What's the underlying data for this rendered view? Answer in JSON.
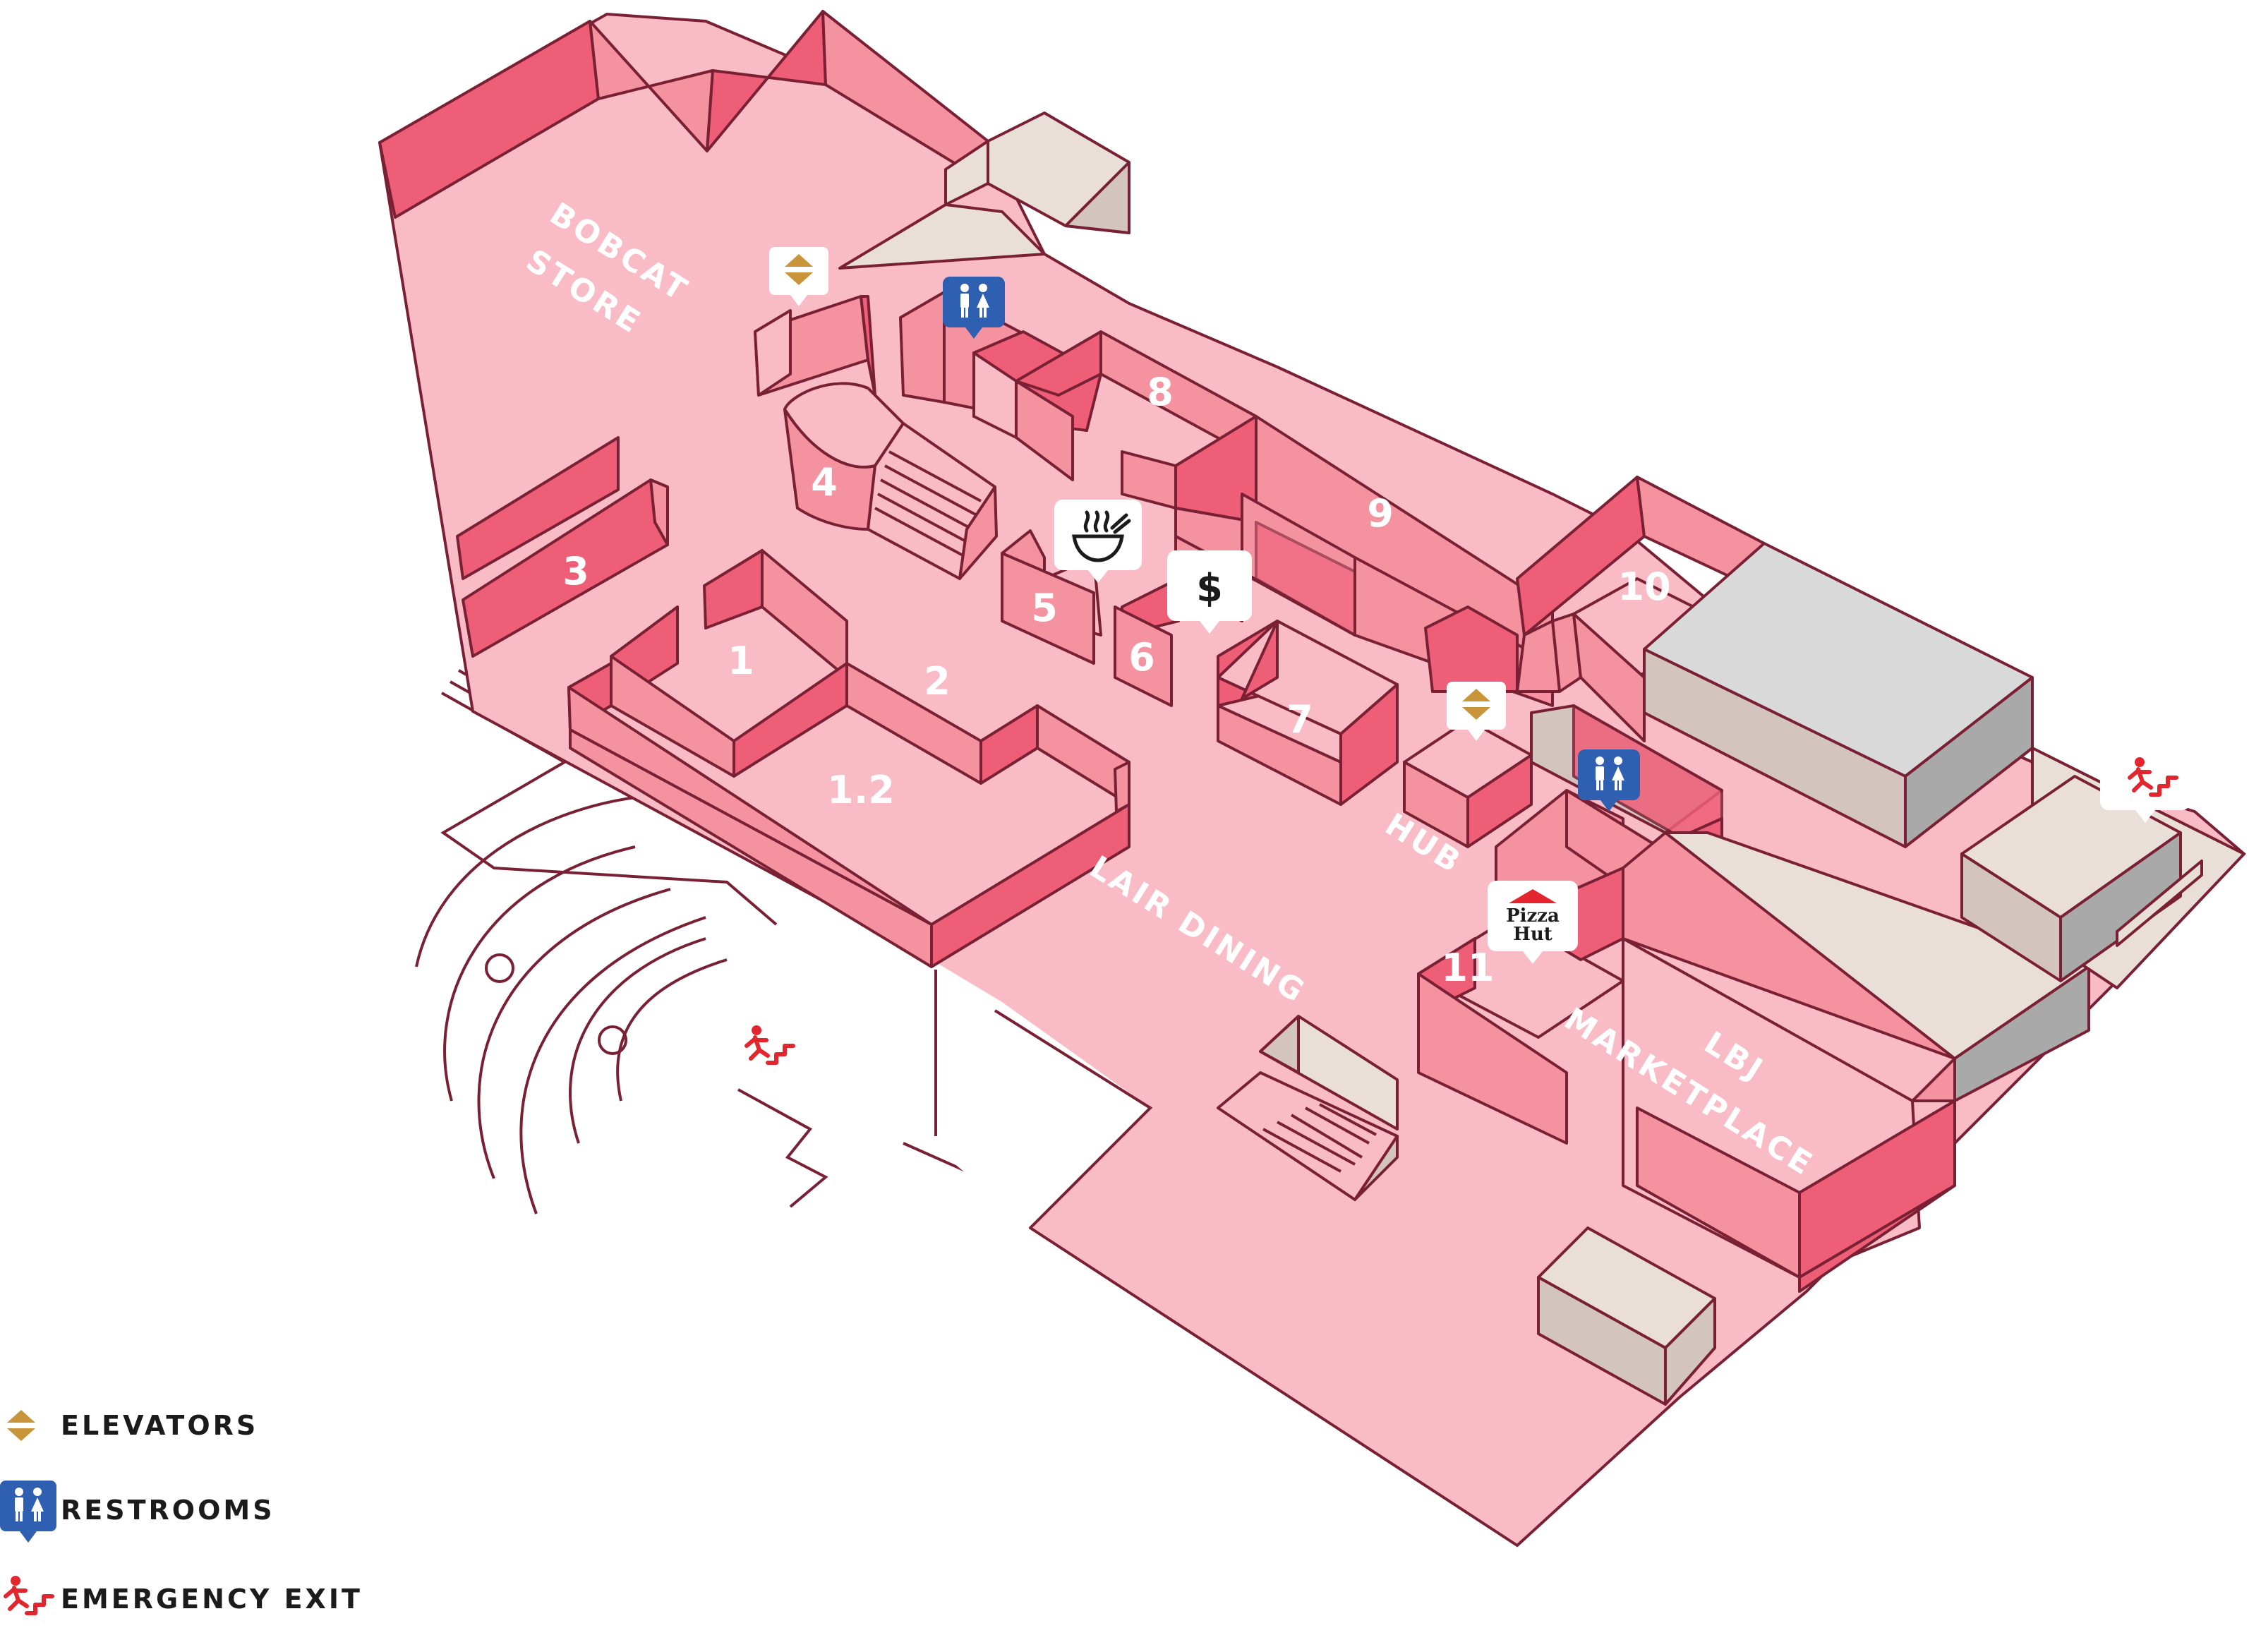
{
  "rooms": {
    "r1": "1",
    "r1_2": "1.2",
    "r2": "2",
    "r3": "3",
    "r4": "4",
    "r5": "5",
    "r6": "6",
    "r7": "7",
    "r8": "8",
    "r9": "9",
    "r10": "10",
    "r11": "11"
  },
  "areas": {
    "bobcat_line1": "BOBCAT",
    "bobcat_line2": "STORE",
    "lair_dining": "LAIR DINING",
    "hub": "HUB",
    "lbj_line1": "LBJ",
    "lbj_line2": "MARKETPLACE"
  },
  "pins": {
    "atm_symbol": "$",
    "pizza_hut_line1": "Pizza",
    "pizza_hut_line2": "Hut"
  },
  "legend": [
    {
      "icon": "elevator-icon",
      "label": "ELEVATORS"
    },
    {
      "icon": "restroom-icon",
      "label": "RESTROOMS"
    },
    {
      "icon": "emergency-exit-icon",
      "label": "EMERGENCY EXIT"
    }
  ],
  "colors": {
    "floor": "#f9bcc6",
    "wall_light": "#f5929f",
    "wall_dark": "#ef5e77",
    "outline": "#7a2035",
    "elevator": "#c9953b",
    "restroom": "#2f5fb0",
    "exit": "#e3262d",
    "neutral_light": "#eaded8",
    "neutral_mid": "#d4c4c0",
    "grey_roof": "#d9d9d9",
    "grey_side": "#a9a9a9"
  }
}
